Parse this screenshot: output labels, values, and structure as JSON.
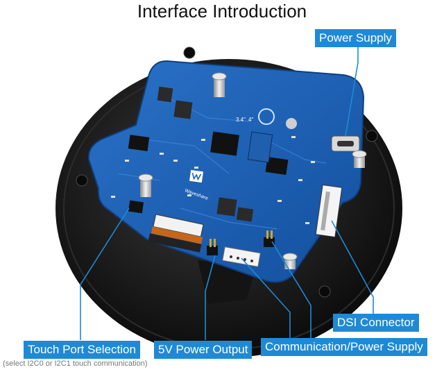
{
  "header": {
    "title": "Interface Introduction"
  },
  "callouts": {
    "power_supply": "Power Supply",
    "dsi_connector": "DSI Connector",
    "touch_port_selection": "Touch Port Selection",
    "touch_port_note": "(select I2C0 or I2C1 touch communication)",
    "five_v_output": "5V Power Output",
    "comm_power_supply": "Communication/Power Supply"
  },
  "board": {
    "brand_text": "Waveshare",
    "silk_labels": [
      "3.4\"",
      "4\""
    ]
  },
  "colors": {
    "callout_bg": "#1e8ad6",
    "leader_line": "#1e8ad6",
    "pcb": "#1d5fb3",
    "display_body": "#1b1b1b"
  }
}
